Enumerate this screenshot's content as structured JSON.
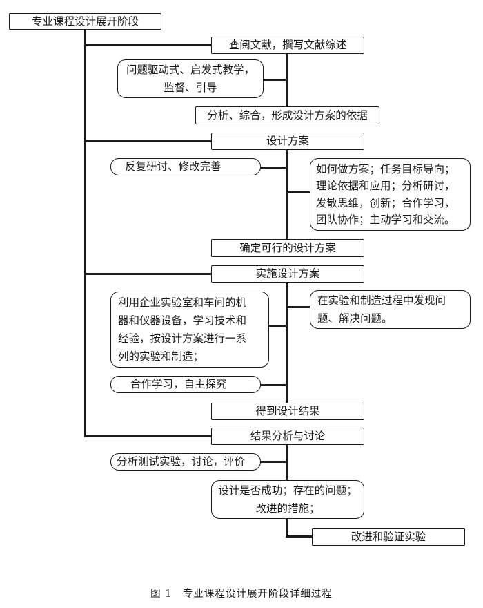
{
  "diagram": {
    "root": "专业课程设计展开阶段",
    "stage1": {
      "title": "查阅文献，撰写文献综述",
      "method": "问题驱动式、启发式教学，\n监督、引导",
      "result": "分析、综合，形成设计方案的依据"
    },
    "stage2": {
      "title": "设计方案",
      "method": "反复研讨、修改完善",
      "note": "如何做方案；任务目标导向；\n理论依据和应用；分析研讨，\n发散思维，创新；合作学习，\n团队协作；主动学习和交流。",
      "result": "确定可行的设计方案"
    },
    "stage3": {
      "title": "实施设计方案",
      "method": "利用企业实验室和车间的机\n器和仪器设备，学习技术和\n经验，按设计方案进行一系\n列的实验和制造；",
      "note": "在实验和制造过程中发现问\n题、解决问题。",
      "method2": "合作学习，自主探究",
      "result": "得到设计结果"
    },
    "stage4": {
      "title": "结果分析与讨论",
      "method": "分析测试实验，讨论，评价",
      "note": "设计是否成功；存在的问题；\n改进的措施；",
      "result": "改进和验证实验"
    }
  },
  "caption": "图 1　专业课程设计展开阶段详细过程"
}
